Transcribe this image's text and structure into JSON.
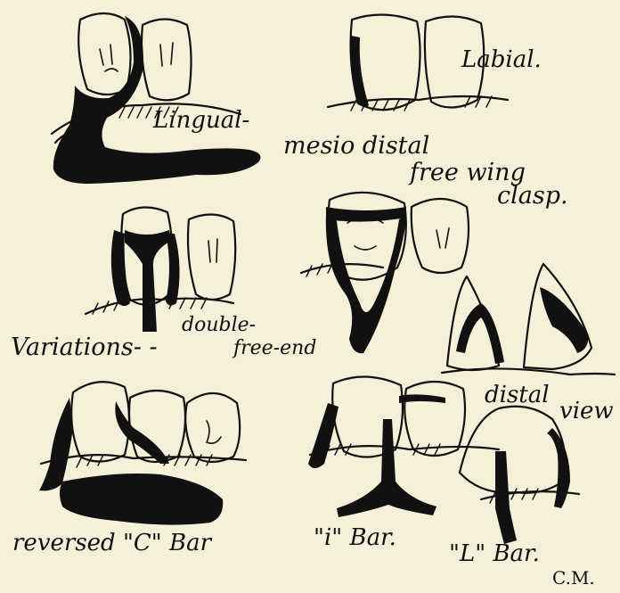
{
  "labels": {
    "lingual": "Lingual-",
    "labial": "Labial.",
    "mesio_distal": "mesio distal",
    "free_wing": "free wing",
    "clasp": "clasp.",
    "variations": "Variations- -",
    "double": "double-",
    "free_end": "free-end",
    "distal": "distal",
    "view": "view",
    "reversed_c_bar": "reversed \"C\" Bar",
    "i_bar": "\"i\" Bar.",
    "l_bar": "\"L\" Bar.",
    "initials": "C.M."
  },
  "colors": {
    "paper": "#f5f0d8",
    "ink": "#111111"
  }
}
